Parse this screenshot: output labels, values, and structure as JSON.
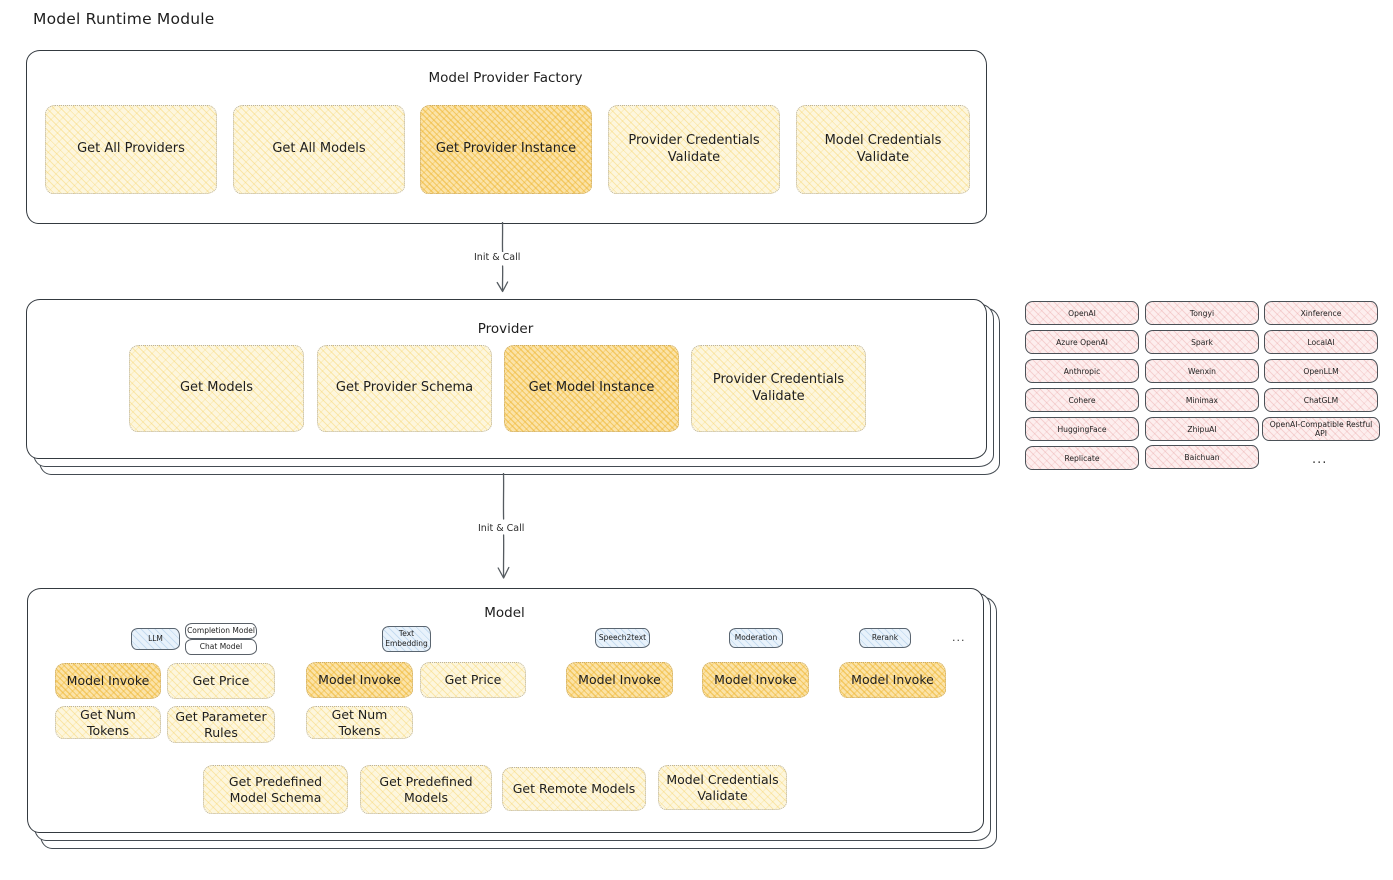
{
  "page": {
    "title": "Model Runtime Module"
  },
  "factory": {
    "title": "Model Provider Factory",
    "nodes": [
      {
        "label": "Get All Providers",
        "highlight": false
      },
      {
        "label": "Get All Models",
        "highlight": false
      },
      {
        "label": "Get Provider Instance",
        "highlight": true
      },
      {
        "label": "Provider Credentials Validate",
        "highlight": false
      },
      {
        "label": "Model Credentials Validate",
        "highlight": false
      }
    ]
  },
  "arrows": [
    {
      "label": "Init & Call"
    },
    {
      "label": "Init & Call"
    }
  ],
  "provider": {
    "title": "Provider",
    "nodes": [
      {
        "label": "Get Models",
        "highlight": false
      },
      {
        "label": "Get Provider Schema",
        "highlight": false
      },
      {
        "label": "Get Model Instance",
        "highlight": true
      },
      {
        "label": "Provider Credentials Validate",
        "highlight": false
      }
    ]
  },
  "provider_list": {
    "columns": [
      [
        "OpenAI",
        "Azure OpenAI",
        "Anthropic",
        "Cohere",
        "HuggingFace",
        "Replicate"
      ],
      [
        "Tongyi",
        "Spark",
        "Wenxin",
        "Minimax",
        "ZhipuAI",
        "Baichuan"
      ],
      [
        "Xinference",
        "LocalAI",
        "OpenLLM",
        "ChatGLM",
        "OpenAI-Compatible Restful API"
      ]
    ],
    "more": "..."
  },
  "model": {
    "title": "Model",
    "more": "...",
    "types": [
      {
        "badge": "LLM",
        "blue": true,
        "sub_badges": [
          "Completion Model",
          "Chat Model"
        ]
      },
      {
        "badge": "Text Embedding",
        "blue": true,
        "sub_badges": []
      },
      {
        "badge": "Speech2text",
        "blue": true,
        "sub_badges": []
      },
      {
        "badge": "Moderation",
        "blue": true,
        "sub_badges": []
      },
      {
        "badge": "Rerank",
        "blue": true,
        "sub_badges": []
      }
    ],
    "methods": [
      {
        "label": "Model Invoke",
        "highlight": true
      },
      {
        "label": "Get Price",
        "highlight": false
      },
      {
        "label": "Get Num Tokens",
        "highlight": false
      },
      {
        "label": "Get Parameter Rules",
        "highlight": false
      },
      {
        "label": "Model Invoke",
        "highlight": true
      },
      {
        "label": "Get Price",
        "highlight": false
      },
      {
        "label": "Get Num Tokens",
        "highlight": false
      },
      {
        "label": "Model Invoke",
        "highlight": true
      },
      {
        "label": "Model Invoke",
        "highlight": true
      },
      {
        "label": "Model Invoke",
        "highlight": true
      }
    ],
    "common": [
      {
        "label": "Get Predefined Model Schema"
      },
      {
        "label": "Get Predefined Models"
      },
      {
        "label": "Get Remote Models"
      },
      {
        "label": "Model Credentials Validate"
      }
    ]
  },
  "colors": {
    "pale_fill": "#fdf6dd",
    "amber_fill": "#fbe3a8",
    "pink_fill": "#fdeeee",
    "blue_fill": "#e8f2fb",
    "stroke": "#343a40"
  }
}
